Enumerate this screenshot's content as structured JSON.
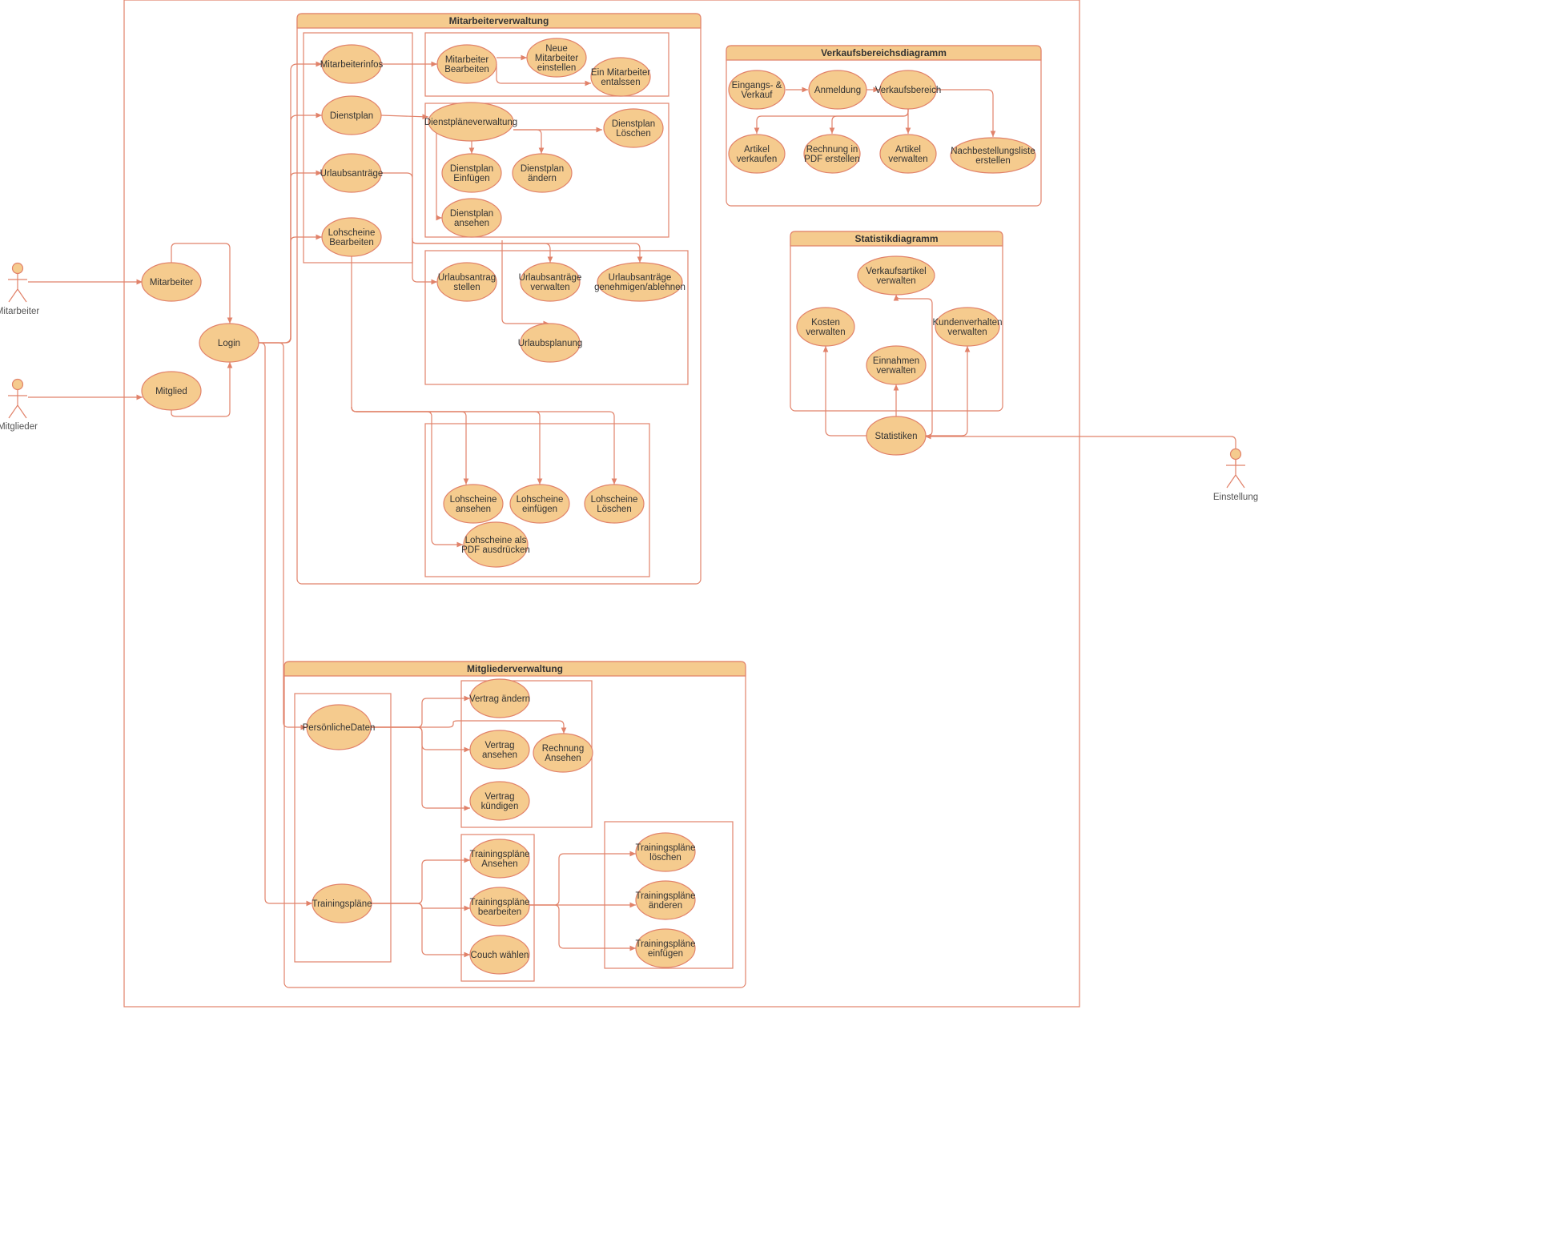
{
  "diagram": {
    "colors": {
      "stroke": "#e1826a",
      "usecase_fill": "#f5cb8e",
      "header_fill": "#f5cb8e",
      "text": "#333333",
      "actor_label": "#555555"
    },
    "actors": [
      {
        "id": "act_mitarbeiter",
        "label": "Mitarbeiter"
      },
      {
        "id": "act_mitglieder",
        "label": "Mitglieder"
      },
      {
        "id": "act_einstellung",
        "label": "Einstellung"
      }
    ],
    "packages": [
      {
        "id": "pkg_mitarbeiter",
        "title": "Mitarbeiterverwaltung"
      },
      {
        "id": "pkg_mitglieder",
        "title": "Mitgliederverwaltung"
      },
      {
        "id": "pkg_verkauf",
        "title": "Verkaufsbereichsdiagramm"
      },
      {
        "id": "pkg_statistik",
        "title": "Statistikdiagramm"
      }
    ],
    "usecases": [
      {
        "id": "uc_mitarbeiter",
        "lines": [
          "Mitarbeiter"
        ]
      },
      {
        "id": "uc_mitglied",
        "lines": [
          "Mitglied"
        ]
      },
      {
        "id": "uc_login",
        "lines": [
          "Login"
        ]
      },
      {
        "id": "uc_mitarbeiterinfos",
        "lines": [
          "Mitarbeiterinfos"
        ]
      },
      {
        "id": "uc_dienstplan",
        "lines": [
          "Dienstplan"
        ]
      },
      {
        "id": "uc_urlaubsantraege",
        "lines": [
          "Urlaubsanträge"
        ]
      },
      {
        "id": "uc_lohscheine_bearbeiten",
        "lines": [
          "Lohscheine",
          "Bearbeiten"
        ]
      },
      {
        "id": "uc_ma_bearbeiten",
        "lines": [
          "Mitarbeiter",
          "Bearbeiten"
        ]
      },
      {
        "id": "uc_neue_ma",
        "lines": [
          "Neue",
          "Mitarbeiter",
          "einstellen"
        ]
      },
      {
        "id": "uc_ma_entlassen",
        "lines": [
          "Ein Mitarbeiter",
          "entalssen"
        ]
      },
      {
        "id": "uc_dpverwaltung",
        "lines": [
          "Dienstpläneverwaltung"
        ]
      },
      {
        "id": "uc_dp_loeschen",
        "lines": [
          "Dienstplan",
          "Löschen"
        ]
      },
      {
        "id": "uc_dp_einfuegen",
        "lines": [
          "Dienstplan",
          "Einfügen"
        ]
      },
      {
        "id": "uc_dp_aendern",
        "lines": [
          "Dienstplan",
          "ändern"
        ]
      },
      {
        "id": "uc_dp_ansehen",
        "lines": [
          "Dienstplan",
          "ansehen"
        ]
      },
      {
        "id": "uc_ua_stellen",
        "lines": [
          "Urlaubsantrag",
          "stellen"
        ]
      },
      {
        "id": "uc_ua_verwalten",
        "lines": [
          "Urlaubsanträge",
          "verwalten"
        ]
      },
      {
        "id": "uc_ua_genehmigen",
        "lines": [
          "Urlaubsanträge",
          "genehmigen/ablehnen"
        ]
      },
      {
        "id": "uc_urlaubsplanung",
        "lines": [
          "Urlaubsplanung"
        ]
      },
      {
        "id": "uc_ls_ansehen",
        "lines": [
          "Lohscheine",
          "ansehen"
        ]
      },
      {
        "id": "uc_ls_einfuegen",
        "lines": [
          "Lohscheine",
          "einfügen"
        ]
      },
      {
        "id": "uc_ls_loeschen",
        "lines": [
          "Lohscheine",
          "Löschen"
        ]
      },
      {
        "id": "uc_ls_pdf",
        "lines": [
          "Lohscheine als",
          "PDF ausdrücken"
        ]
      },
      {
        "id": "uc_eingang",
        "lines": [
          "Eingangs- &",
          "Verkauf"
        ]
      },
      {
        "id": "uc_anmeldung",
        "lines": [
          "Anmeldung"
        ]
      },
      {
        "id": "uc_verkaufsbereich",
        "lines": [
          "Verkaufsbereich"
        ]
      },
      {
        "id": "uc_artikel_verkaufen",
        "lines": [
          "Artikel",
          "verkaufen"
        ]
      },
      {
        "id": "uc_rechnung_pdf",
        "lines": [
          "Rechnung in",
          "PDF erstellen"
        ]
      },
      {
        "id": "uc_artikel_verwalten",
        "lines": [
          "Artikel",
          "verwalten"
        ]
      },
      {
        "id": "uc_nachbestellung",
        "lines": [
          "Nachbestellungsliste",
          "erstellen"
        ]
      },
      {
        "id": "uc_verkaufsartikel",
        "lines": [
          "Verkaufsartikel",
          "verwalten"
        ]
      },
      {
        "id": "uc_kosten",
        "lines": [
          "Kosten",
          "verwalten"
        ]
      },
      {
        "id": "uc_kundenverhalten",
        "lines": [
          "Kundenverhalten",
          "verwalten"
        ]
      },
      {
        "id": "uc_einnahmen",
        "lines": [
          "Einnahmen",
          "verwalten"
        ]
      },
      {
        "id": "uc_statistiken",
        "lines": [
          "Statistiken"
        ]
      },
      {
        "id": "uc_persoenliche_daten",
        "lines": [
          "PersönlicheDaten"
        ]
      },
      {
        "id": "uc_vertrag_aendern",
        "lines": [
          "Vertrag ändern"
        ]
      },
      {
        "id": "uc_vertrag_ansehen",
        "lines": [
          "Vertrag",
          "ansehen"
        ]
      },
      {
        "id": "uc_rechnung_ansehen",
        "lines": [
          "Rechnung",
          "Ansehen"
        ]
      },
      {
        "id": "uc_vertrag_kuendigen",
        "lines": [
          "Vertrag",
          "kündigen"
        ]
      },
      {
        "id": "uc_trainingsplaene",
        "lines": [
          "Trainingspläne"
        ]
      },
      {
        "id": "uc_tp_ansehen",
        "lines": [
          "Trainingspläne",
          "Ansehen"
        ]
      },
      {
        "id": "uc_tp_bearbeiten",
        "lines": [
          "Trainingspläne",
          "bearbeiten"
        ]
      },
      {
        "id": "uc_couch",
        "lines": [
          "Couch wählen"
        ]
      },
      {
        "id": "uc_tp_loeschen",
        "lines": [
          "Trainingspläne",
          "löschen"
        ]
      },
      {
        "id": "uc_tp_aendern",
        "lines": [
          "Trainingspläne",
          "änderen"
        ]
      },
      {
        "id": "uc_tp_einfuegen",
        "lines": [
          "Trainingspläne",
          "einfügen"
        ]
      }
    ]
  }
}
